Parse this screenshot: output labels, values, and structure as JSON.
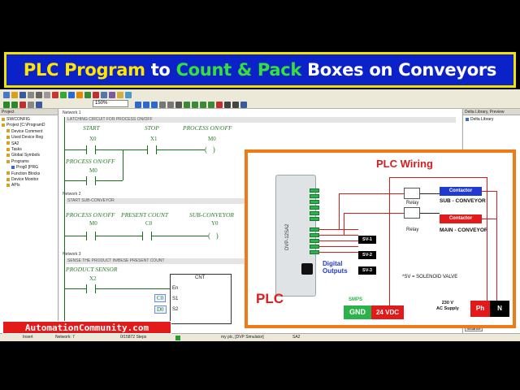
{
  "banner": {
    "part1": "PLC Program",
    "part2": "to",
    "part3": "Count & Pack",
    "part4": "Boxes on Conveyors"
  },
  "toolbar": {
    "zoom_value": "150%"
  },
  "project_panel": {
    "title": "Project",
    "items": [
      "SW/CONFIG",
      "Project [C:\\ProgramD",
      "Device Comment",
      "Used Device Reg",
      "SA2",
      "Tasks",
      "Global Symbols",
      "Programs",
      "Prog0 [PRG",
      "Function Blocks",
      "Device Monitor",
      "APIs"
    ]
  },
  "editor": {
    "network1": {
      "label": "Network 1",
      "comment": "LATCHING CIRCUIT FOR PROCESS ON/OFF",
      "start_label": "START",
      "start_addr": "X0",
      "stop_label": "STOP",
      "stop_addr": "X1",
      "output_label": "PROCESS ON/OFF",
      "output_addr": "M0",
      "latch_label": "PROCESS ON/OFF",
      "latch_addr": "M0"
    },
    "network2": {
      "label": "Network 2",
      "comment": "START SUB-CONVEYOR",
      "c1_label": "PROCESS ON/OFF",
      "c1_addr": "M0",
      "c2_label": "PRESENT COUNT",
      "c2_addr": "C0",
      "output_label": "SUB-CONVEYOR",
      "output_addr": "Y0"
    },
    "network3": {
      "label": "Network 3",
      "comment": "SENSE THE PRODUCT IN/BESE PRESENT COUNT",
      "sensor_label": "PRODUCT SENSOR",
      "sensor_addr": "X2",
      "block_name": "CNT",
      "pin_en": "En",
      "pin_s1": "S1",
      "pin_s2": "S2",
      "s1_value": "C0",
      "s2_value": "D0"
    }
  },
  "library_panel": {
    "title": "Delta Library, Preview",
    "item": "Delta Library",
    "button": "Instance"
  },
  "statusbar": {
    "mode": "Insert",
    "network": "Network: 7",
    "steps": "0/15872 Steps",
    "connection": "my plc, [DVP Simulator]",
    "model": "SA2"
  },
  "wiring": {
    "title": "PLC Wiring",
    "plc_model": "DVP-12SA2",
    "plc_label": "PLC",
    "digital_outputs": "Digital Outputs",
    "sv1": "SV-1",
    "sv2": "SV-2",
    "sv3": "SV-3",
    "relay1": "Relay",
    "relay2": "Relay",
    "contactor1": "Contactor",
    "contactor2": "Contactor",
    "sub_conveyor": "SUB - CONVEYOR",
    "main_conveyor": "MAIN - CONVEYOR",
    "sv_note": "*SV = SOLENOID VALVE",
    "smps": "SMPS",
    "gnd": "GND",
    "vdc": "24 VDC",
    "ac_voltage": "230 V",
    "ac_supply": "AC Supply",
    "ph": "Ph",
    "n": "N",
    "colors": {
      "contactor1": "#1f3bd1",
      "contactor2": "#e31a1a"
    }
  },
  "watermark": {
    "site": "AutomationCommunity.com"
  }
}
